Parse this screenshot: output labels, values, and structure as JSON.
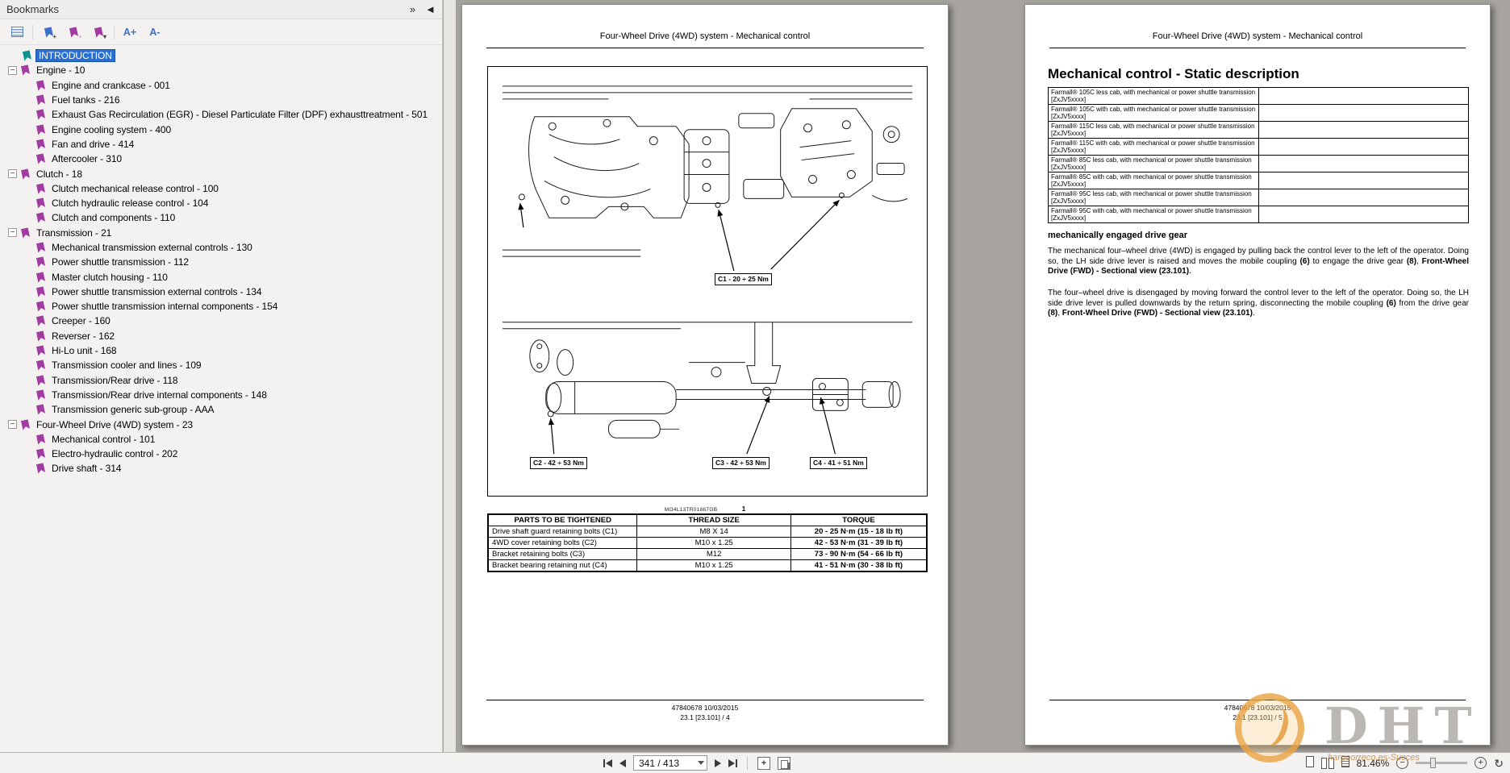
{
  "colors": {
    "selection_blue": "#2a6fd2",
    "bookmark_purple": "#a23ba2",
    "bookmark_selected_teal": "#0f9390",
    "watermark_orange": "#e8a040"
  },
  "sidebar": {
    "title": "Bookmarks",
    "expand_icon": "»",
    "collapse_icon": "◄",
    "toolbar": {
      "text_larger": "A+",
      "text_smaller": "A-"
    },
    "tree": [
      {
        "label": "INTRODUCTION",
        "level": 0,
        "selected": true
      },
      {
        "label": "Engine - 10",
        "level": 0,
        "section": true
      },
      {
        "label": "Engine and crankcase - 001",
        "level": 1
      },
      {
        "label": "Fuel tanks - 216",
        "level": 1
      },
      {
        "label": "Exhaust Gas Recirculation (EGR) - Diesel Particulate Filter (DPF) exhausttreatment - 501",
        "level": 1
      },
      {
        "label": "Engine cooling system - 400",
        "level": 1
      },
      {
        "label": "Fan and drive - 414",
        "level": 1
      },
      {
        "label": "Aftercooler - 310",
        "level": 1
      },
      {
        "label": "Clutch - 18",
        "level": 0,
        "section": true
      },
      {
        "label": "Clutch mechanical release control - 100",
        "level": 1
      },
      {
        "label": "Clutch hydraulic release control - 104",
        "level": 1
      },
      {
        "label": "Clutch and components - 110",
        "level": 1
      },
      {
        "label": "Transmission - 21",
        "level": 0,
        "section": true
      },
      {
        "label": "Mechanical transmission external controls - 130",
        "level": 1
      },
      {
        "label": "Power shuttle transmission - 112",
        "level": 1
      },
      {
        "label": "Master clutch housing - 110",
        "level": 1
      },
      {
        "label": "Power shuttle transmission external controls - 134",
        "level": 1
      },
      {
        "label": "Power shuttle transmission internal components - 154",
        "level": 1
      },
      {
        "label": "Creeper - 160",
        "level": 1
      },
      {
        "label": "Reverser - 162",
        "level": 1
      },
      {
        "label": "Hi-Lo unit - 168",
        "level": 1
      },
      {
        "label": "Transmission cooler and lines - 109",
        "level": 1
      },
      {
        "label": "Transmission/Rear drive - 118",
        "level": 1
      },
      {
        "label": "Transmission/Rear drive internal components - 148",
        "level": 1
      },
      {
        "label": "Transmission generic sub-group - AAA",
        "level": 1
      },
      {
        "label": "Four-Wheel Drive (4WD) system - 23",
        "level": 0,
        "section": true
      },
      {
        "label": "Mechanical control - 101",
        "level": 1
      },
      {
        "label": "Electro-hydraulic control - 202",
        "level": 1
      },
      {
        "label": "Drive shaft - 314",
        "level": 1
      }
    ]
  },
  "page_left": {
    "header": "Four-Wheel Drive (4WD) system - Mechanical control",
    "callouts": {
      "c1": "C1 - 20 ÷ 25 Nm",
      "c2": "C2 - 42 ÷ 53 Nm",
      "c3": "C3 - 42 ÷ 53 Nm",
      "c4": "C4 - 41 ÷ 51 Nm"
    },
    "figure_code": "MO4L13TR01867GB",
    "figure_number": "1",
    "table": {
      "headers": [
        "PARTS TO BE TIGHTENED",
        "THREAD SIZE",
        "TORQUE"
      ],
      "rows": [
        [
          "Drive shaft guard retaining bolts (C1)",
          "M8 X 14",
          "20 - 25 N·m (15 - 18 lb ft)"
        ],
        [
          "4WD cover retaining bolts (C2)",
          "M10 x 1.25",
          "42 - 53 N·m (31 - 39 lb ft)"
        ],
        [
          "Bracket retaining bolts (C3)",
          "M12",
          "73 - 90 N·m (54 - 66 lb ft)"
        ],
        [
          "Bracket bearing retaining nut (C4)",
          "M10 x 1.25",
          "41 - 51 N·m (30 - 38 lb ft)"
        ]
      ]
    },
    "footer_doc": "47840678 10/03/2015",
    "footer_page": "23.1 [23.101] / 4"
  },
  "page_right": {
    "header": "Four-Wheel Drive (4WD) system - Mechanical control",
    "title": "Mechanical control - Static description",
    "models": [
      "Farmall® 105C less cab, with mechanical or power shuttle transmission [ZxJV5xxxx]",
      "Farmall® 105C with cab, with mechanical or power shuttle transmission [ZxJV5xxxx]",
      "Farmall® 115C less cab, with mechanical or power shuttle transmission [ZxJV5xxxx]",
      "Farmall® 115C with cab, with mechanical or power shuttle transmission [ZxJV5xxxx]",
      "Farmall® 85C less cab, with mechanical or power shuttle transmission [ZxJV5xxxx]",
      "Farmall® 85C with cab, with mechanical or power shuttle transmission [ZxJV5xxxx]",
      "Farmall® 95C less cab, with mechanical or power shuttle transmission [ZxJV5xxxx]",
      "Farmall® 95C with cab, with mechanical or power shuttle transmission [ZxJV5xxxx]"
    ],
    "subheading": "mechanically engaged drive gear",
    "para1": [
      {
        "t": "The mechanical four–wheel drive (4WD) is engaged by pulling back the control lever to the left of the operator. Doing so, the LH side drive lever is raised and moves the mobile coupling "
      },
      {
        "t": "(6)",
        "b": true
      },
      {
        "t": " to engage the drive gear "
      },
      {
        "t": "(8)",
        "b": true
      },
      {
        "t": ", "
      },
      {
        "t": "Front-Wheel Drive (FWD) - Sectional view (23.101)",
        "b": true
      },
      {
        "t": "."
      }
    ],
    "para2": [
      {
        "t": "The four–wheel drive is disengaged by moving forward the control lever to the left of the operator. Doing so, the LH side drive lever is pulled downwards by the return spring, disconnecting the mobile coupling "
      },
      {
        "t": "(6)",
        "b": true
      },
      {
        "t": " from the drive gear "
      },
      {
        "t": "(8)",
        "b": true
      },
      {
        "t": ", "
      },
      {
        "t": "Front-Wheel Drive (FWD) - Sectional view (23.101)",
        "b": true
      },
      {
        "t": "."
      }
    ],
    "footer_doc": "47840678 10/03/2015",
    "footer_page": "23.1 [23.101] / 5"
  },
  "toolbar": {
    "page_display": "341 / 413",
    "zoom": "81.46%"
  },
  "watermark": {
    "big_text": "DHT",
    "small_text": "hargeorreco.es-Succes"
  }
}
